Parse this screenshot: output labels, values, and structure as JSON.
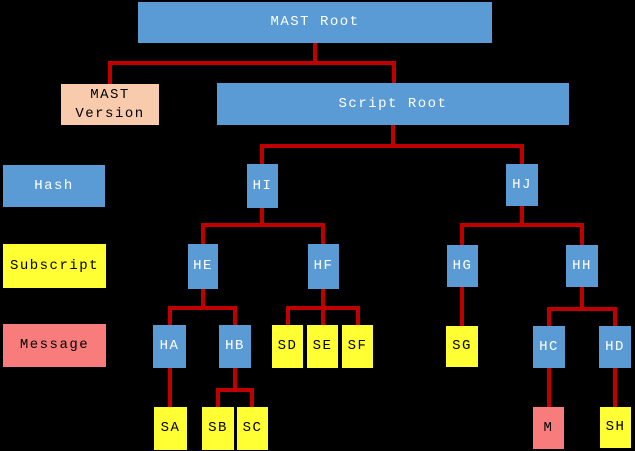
{
  "diagram": {
    "description_nodes": {
      "mast_root": {
        "label": "MAST Root",
        "kind": "hash"
      },
      "mast_version": {
        "label": "MAST Version",
        "kind": "version"
      },
      "script_root": {
        "label": "Script Root",
        "kind": "hash"
      },
      "hi": {
        "label": "HI",
        "kind": "hash"
      },
      "hj": {
        "label": "HJ",
        "kind": "hash"
      },
      "he": {
        "label": "HE",
        "kind": "hash"
      },
      "hf": {
        "label": "HF",
        "kind": "hash"
      },
      "hg": {
        "label": "HG",
        "kind": "hash"
      },
      "hh": {
        "label": "HH",
        "kind": "hash"
      },
      "ha": {
        "label": "HA",
        "kind": "hash"
      },
      "hb": {
        "label": "HB",
        "kind": "hash"
      },
      "sd": {
        "label": "SD",
        "kind": "subscript"
      },
      "se": {
        "label": "SE",
        "kind": "subscript"
      },
      "sf": {
        "label": "SF",
        "kind": "subscript"
      },
      "sg": {
        "label": "SG",
        "kind": "subscript"
      },
      "hc": {
        "label": "HC",
        "kind": "hash"
      },
      "hd": {
        "label": "HD",
        "kind": "hash"
      },
      "sa": {
        "label": "SA",
        "kind": "subscript"
      },
      "sb": {
        "label": "SB",
        "kind": "subscript"
      },
      "sc": {
        "label": "SC",
        "kind": "subscript"
      },
      "m": {
        "label": "M",
        "kind": "message"
      },
      "sh": {
        "label": "SH",
        "kind": "subscript"
      }
    },
    "row_labels": {
      "hash": "Hash",
      "subscript": "Subscript",
      "message": "Message"
    },
    "edges": [
      [
        "mast_root",
        "mast_version"
      ],
      [
        "mast_root",
        "script_root"
      ],
      [
        "script_root",
        "hi"
      ],
      [
        "script_root",
        "hj"
      ],
      [
        "hi",
        "he"
      ],
      [
        "hi",
        "hf"
      ],
      [
        "hj",
        "hg"
      ],
      [
        "hj",
        "hh"
      ],
      [
        "he",
        "ha"
      ],
      [
        "he",
        "hb"
      ],
      [
        "hf",
        "sd"
      ],
      [
        "hf",
        "se"
      ],
      [
        "hf",
        "sf"
      ],
      [
        "hg",
        "sg"
      ],
      [
        "hh",
        "hc"
      ],
      [
        "hh",
        "hd"
      ],
      [
        "ha",
        "sa"
      ],
      [
        "hb",
        "sb"
      ],
      [
        "hb",
        "sc"
      ],
      [
        "hc",
        "m"
      ],
      [
        "hd",
        "sh"
      ]
    ],
    "colors": {
      "background": "#000000",
      "hash_blue": "#5B9BD5",
      "subscript_yellow": "#FFFF33",
      "message_pink": "#F97C7C",
      "version_peach": "#F8CBAD",
      "connector_red": "#C00000",
      "text_on_blue": "#FFFFFF",
      "text_on_light": "#000000"
    }
  }
}
